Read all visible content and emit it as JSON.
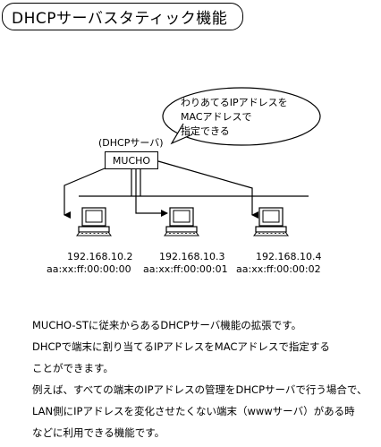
{
  "title": "DHCPサーバスタティック機能",
  "bubble_lines": [
    "わりあてるIPアドレスを",
    "MACアドレスで",
    "指定できる"
  ],
  "server_caption": "(DHCPサーバ)",
  "server_name": "MUCHO",
  "terminals": [
    {
      "ip": "192.168.10.2",
      "mac": "aa:xx:ff:00:00:00"
    },
    {
      "ip": "192.168.10.3",
      "mac": "aa:xx:ff:00:00:01"
    },
    {
      "ip": "192.168.10.4",
      "mac": "aa:xx:ff:00:00:02"
    }
  ],
  "description": [
    "MUCHO-STに従来からあるDHCPサーバ機能の拡張です。",
    "DHCPで端末に割り当てるIPアドレスをMACアドレスで指定する",
    "ことができます。",
    "例えば、すべての端末のIPアドレスの管理をDHCPサーバで行う場合で、",
    "LAN側にIPアドレスを変化させたくない端末（wwwサーバ）がある時",
    "などに利用できる機能です。"
  ]
}
